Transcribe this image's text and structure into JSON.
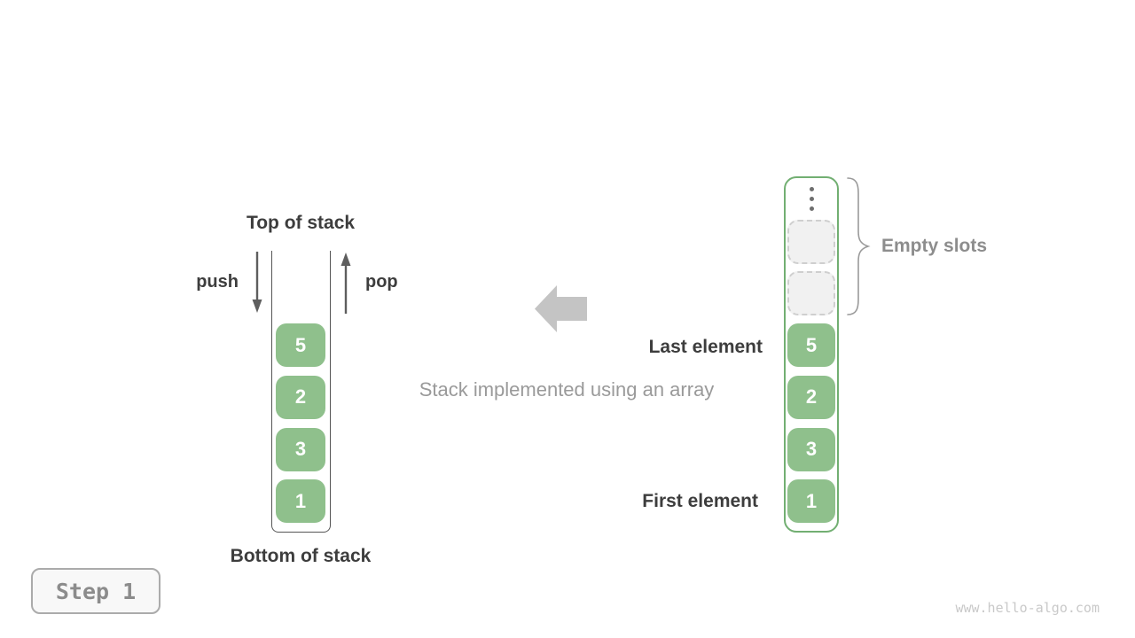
{
  "colors": {
    "cell_green": "#8fc08c",
    "array_border_green": "#72af72",
    "dark_text": "#3d3d3d",
    "gray_text": "#9a9a9a",
    "muted_gray_text": "#8d8d8d",
    "block_arrow_gray": "#c4c4c4",
    "empty_slot_bg": "#f1f1f1",
    "empty_slot_border": "#cfcfcf"
  },
  "stack_diagram": {
    "top_label": "Top of stack",
    "bottom_label": "Bottom of stack",
    "push_label": "push",
    "pop_label": "pop",
    "values": [
      5,
      2,
      3,
      1
    ]
  },
  "caption": "Stack implemented using an array",
  "array_diagram": {
    "values": [
      5,
      2,
      3,
      1
    ],
    "empty_slot_count": 2,
    "empty_slots_label": "Empty slots",
    "last_element_label": "Last element",
    "first_element_label": "First element"
  },
  "footer": {
    "step_label": "Step 1",
    "watermark": "www.hello-algo.com"
  }
}
